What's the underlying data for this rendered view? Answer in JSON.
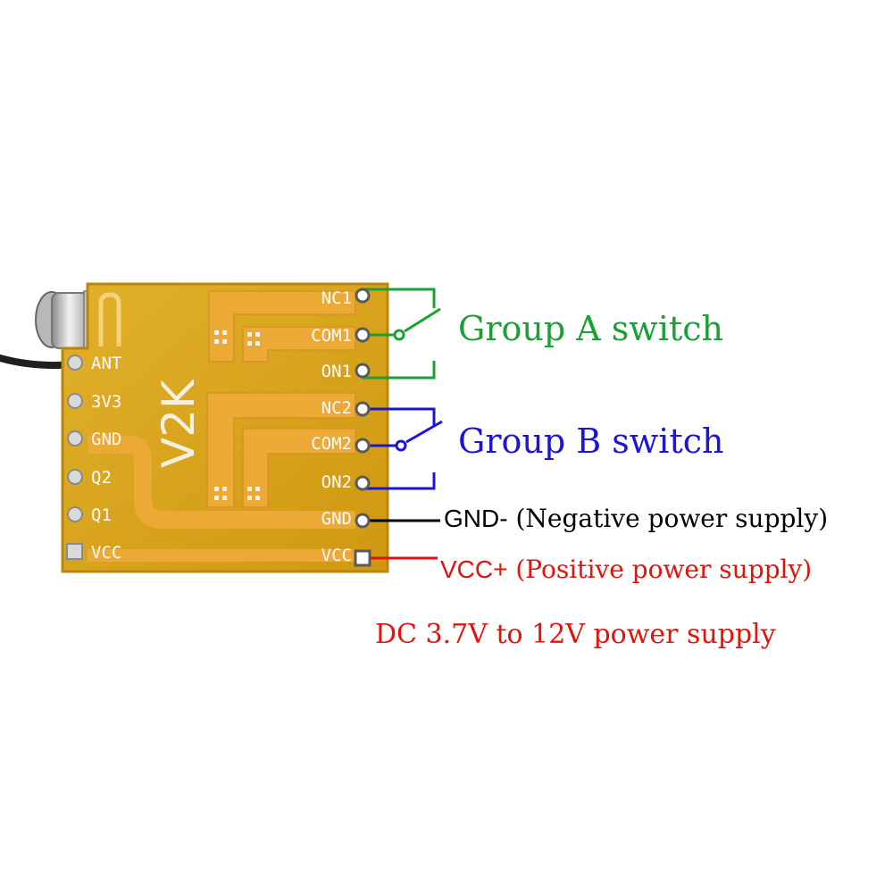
{
  "board": {
    "model": "V2K",
    "left_pins": [
      "ANT",
      "3V3",
      "GND",
      "Q2",
      "Q1",
      "VCC"
    ],
    "right_pins": [
      "NC1",
      "COM1",
      "ON1",
      "NC2",
      "COM2",
      "ON2",
      "GND",
      "VCC"
    ]
  },
  "labels": {
    "group_a": "Group A switch",
    "group_b": "Group B switch",
    "gnd_short": "GND-",
    "gnd_desc": "(Negative power supply)",
    "vcc_short": "VCC+",
    "vcc_desc": "(Positive power supply)",
    "power_note": "DC 3.7V to 12V power supply"
  },
  "colors": {
    "group_a": "#1aa035",
    "group_b": "#1c14d6",
    "gnd": "#000000",
    "vcc": "#e3120b",
    "pcb": "#d9a316",
    "pcb_edge": "#c08d10",
    "trace": "#eba935",
    "silk": "#fafafa"
  }
}
